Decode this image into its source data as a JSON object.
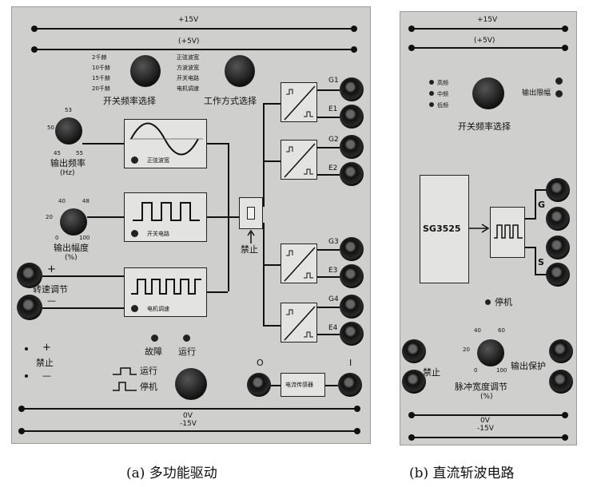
{
  "panel_a": {
    "rail_top": "+15V",
    "rail_top2": "(+5V)",
    "freq_options": [
      "2千赫",
      "10千赫",
      "15千赫",
      "20千赫"
    ],
    "mode_options": [
      "正弦波宽",
      "方波波宽",
      "开关电路",
      "电机调速"
    ],
    "freq_select_label": "开关频率选择",
    "mode_select_label": "工作方式选择",
    "dial_freq_ticks": [
      "53",
      "50",
      "45",
      "55"
    ],
    "output_freq_label": "输出频率",
    "output_freq_unit": "(Hz)",
    "dial_amp_ticks": [
      "40",
      "48",
      "20",
      "0",
      "100"
    ],
    "output_amp_label": "输出幅度",
    "output_amp_unit": "(%)",
    "sine_box_label": "正弦波宽",
    "square_box_label": "开关电路",
    "motor_box_label": "电机调速",
    "speed_label": "转速调节",
    "plus_sign": "+",
    "minus_sign": "—",
    "disable_label": "禁止",
    "outputs": [
      "G1",
      "E1",
      "G2",
      "E2",
      "G3",
      "E3",
      "G4",
      "E4"
    ],
    "fault_label": "故障",
    "run_label": "运行",
    "left_plus": "+",
    "left_minus": "—",
    "left_disable": "禁止",
    "run_legend": "运行",
    "stop_legend": "停机",
    "current_sensor_label": "电流传感器",
    "current_in_label": "O",
    "current_out_label": "I",
    "rail_bottom": "0V",
    "rail_bottom2": "-15V"
  },
  "panel_b": {
    "rail_top": "+15V",
    "rail_top2": "(+5V)",
    "freq_options": [
      "高频",
      "中频",
      "低频"
    ],
    "output_limit_label": "输出限幅",
    "freq_select_label": "开关频率选择",
    "chip_label": "SG3525",
    "gate_label": "G",
    "source_label": "S",
    "stop_label": "停机",
    "dial_ticks": [
      "40",
      "60",
      "20",
      "0",
      "100"
    ],
    "disable_label": "禁止",
    "output_protect_label": "输出保护",
    "pulse_width_label": "脉冲宽度调节",
    "pulse_width_unit": "(%)",
    "rail_bottom": "0V",
    "rail_bottom2": "-15V"
  },
  "captions": {
    "a": "(a)  多功能驱动",
    "b": "(b)  直流斩波电路"
  }
}
